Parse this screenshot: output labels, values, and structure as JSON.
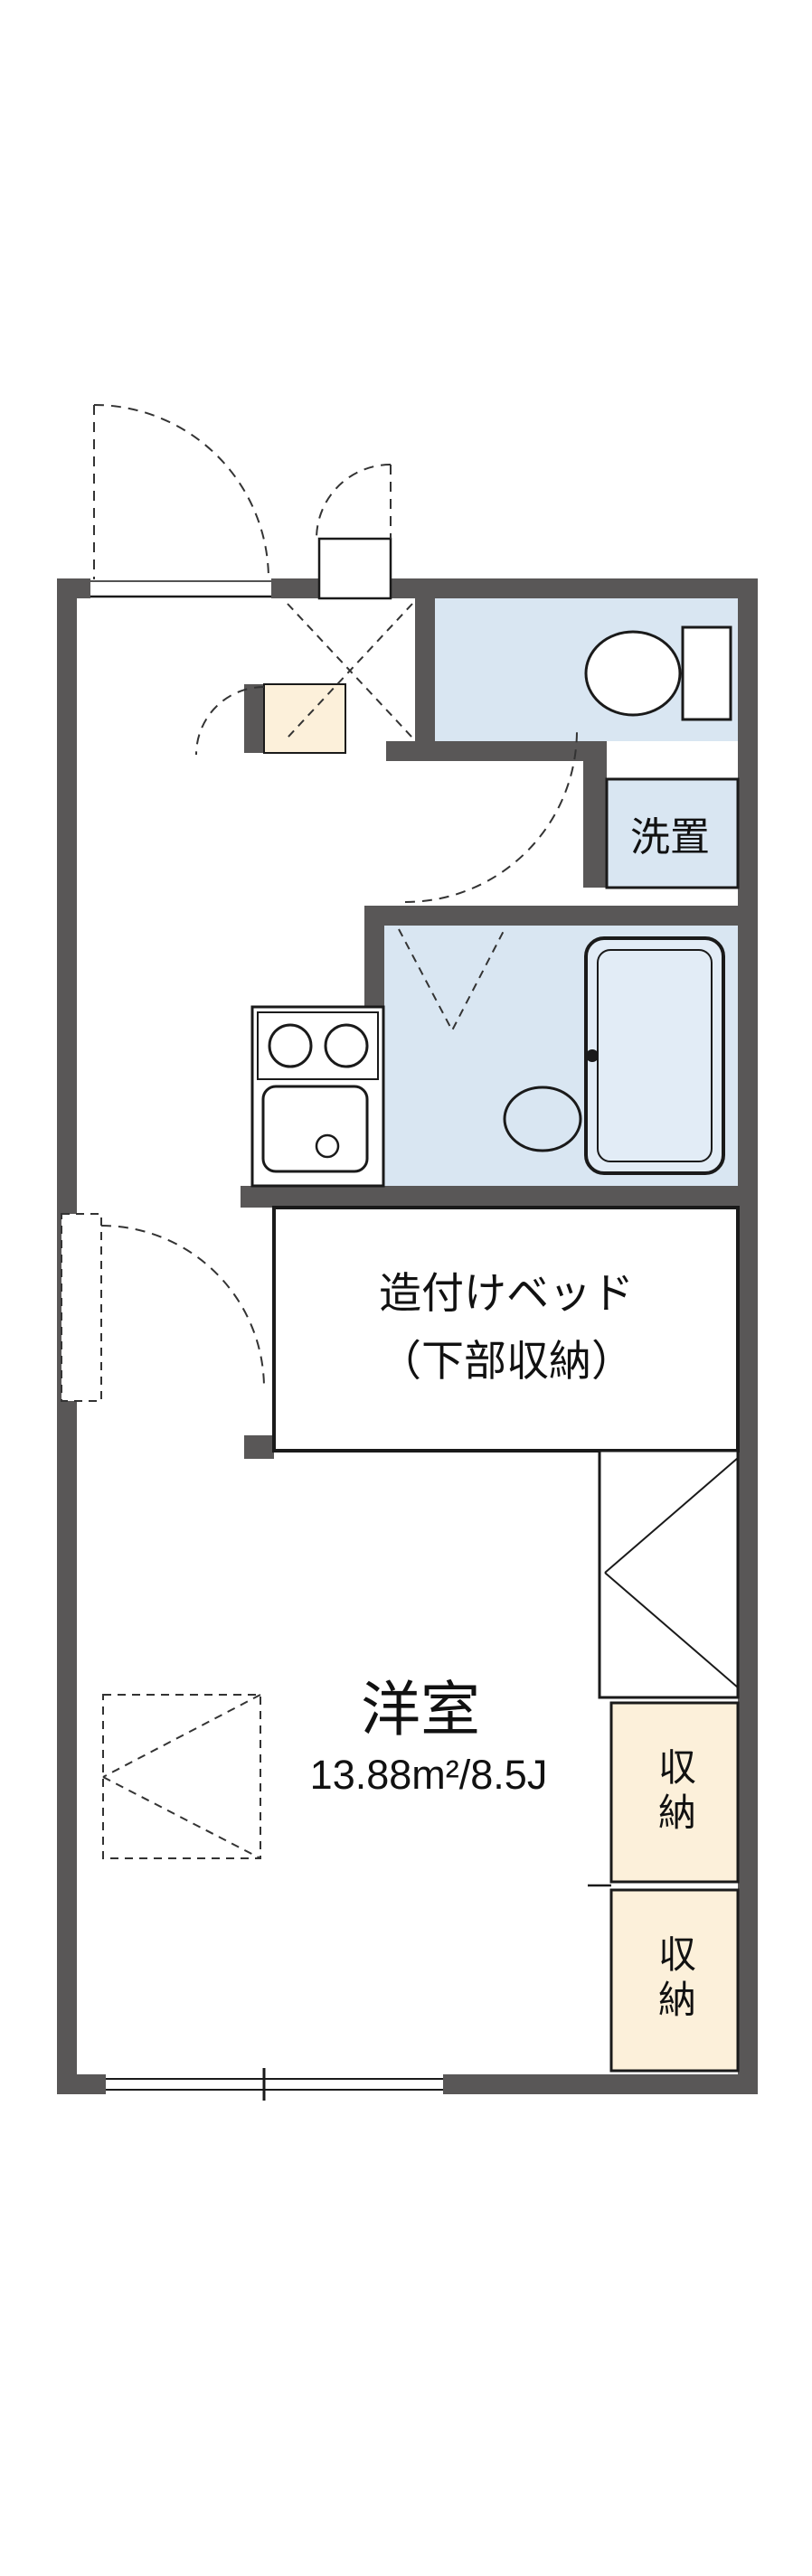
{
  "floorplan": {
    "labels": {
      "laundry": "洗置",
      "bed_line1": "造付けベッド",
      "bed_line2": "（下部収納）",
      "room_name": "洋室",
      "room_size": "13.88m²/8.5J",
      "storage_top": "収納",
      "storage_bottom": "収納"
    },
    "colors": {
      "wall": "#595757",
      "wet_area_fill": "#d9e6f2",
      "storage_fill": "#fcf0da",
      "line": "#1a1a1a",
      "background": "#ffffff"
    },
    "icons": {
      "toilet": "toilet-icon",
      "bathtub": "bathtub-icon",
      "stove": "stove-icon",
      "sink": "sink-icon",
      "washbowl": "washbowl-icon",
      "door_swing": "door-swing-arc",
      "window": "window-symbol"
    }
  }
}
